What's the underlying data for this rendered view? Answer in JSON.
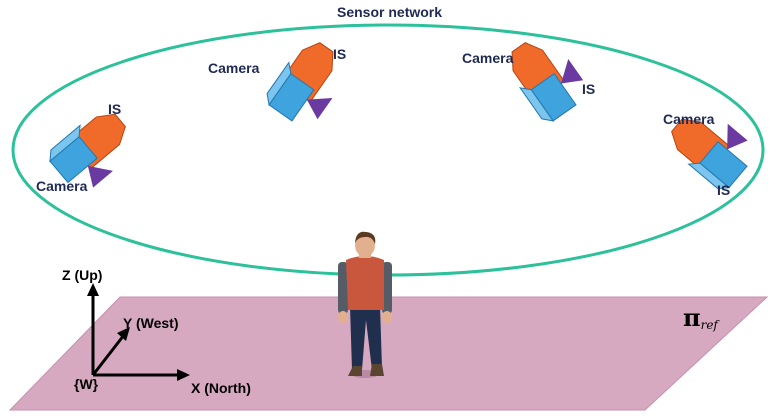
{
  "title": "Sensor network",
  "camera_label": "Camera",
  "inertial_sensor_label": "IS",
  "axes": {
    "z": "Z (Up)",
    "y": "Y (West)",
    "x": "X (North)",
    "origin": "{W}"
  },
  "plane": {
    "symbol": "π",
    "subscript": "ref"
  },
  "colors": {
    "network_ellipse": "#2cc19a",
    "ground_plane": "#d7a9c1",
    "camera_body": "#3fa3dd",
    "inertial_sensor": "#f06a2a",
    "lens": "#6b3aa0",
    "label_text": "#1f2a52"
  }
}
